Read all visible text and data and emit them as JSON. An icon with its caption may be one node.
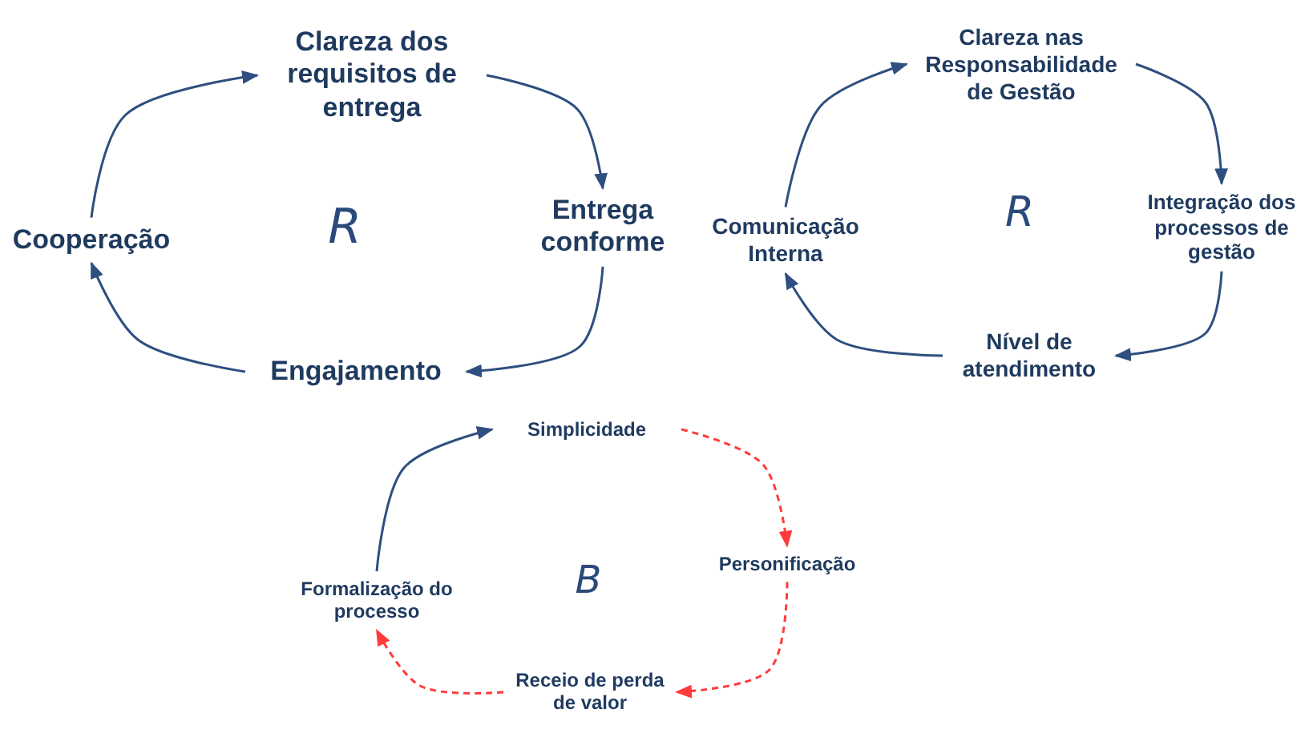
{
  "diagram": {
    "nodes": [
      {
        "text": [
          "Clareza dos requisitos de entrega"
        ]
      },
      {
        "text": [
          "Entrega conforme"
        ]
      },
      {
        "text": [
          "Engajamento"
        ]
      },
      {
        "text": [
          "Cooperação"
        ]
      },
      {
        "text": [
          "Clareza nas Responsabilidade de Gestão"
        ]
      },
      {
        "text": [
          "Integração dos processos de gestão"
        ]
      },
      {
        "text": [
          "Nível de atendimento"
        ]
      },
      {
        "text": [
          "Comunicação Interna"
        ]
      },
      {
        "text": [
          "Simplicidade"
        ]
      },
      {
        "text": [
          "Personificação"
        ]
      },
      {
        "text": [
          "Receio de perda de valor"
        ]
      },
      {
        "text": [
          "Formalização do processo"
        ]
      }
    ],
    "edges": [
      {
        "from": 0,
        "to": 1,
        "arrow": "to"
      },
      {
        "from": 1,
        "to": 2,
        "arrow": "to"
      },
      {
        "from": 2,
        "to": 3,
        "arrow": "to"
      },
      {
        "from": 3,
        "to": 0,
        "arrow": "to"
      },
      {
        "from": 4,
        "to": 5,
        "arrow": "to"
      },
      {
        "from": 5,
        "to": 6,
        "arrow": "to"
      },
      {
        "from": 6,
        "to": 7,
        "arrow": "to"
      },
      {
        "from": 7,
        "to": 4,
        "arrow": "to"
      },
      {
        "from": 8,
        "to": 9,
        "arrow": "to",
        "style": "dashed",
        "color": "#ff3b3b"
      },
      {
        "from": 9,
        "to": 10,
        "arrow": "to",
        "style": "dashed",
        "color": "#ff3b3b"
      },
      {
        "from": 10,
        "to": 11,
        "arrow": "to",
        "style": "dashed",
        "color": "#ff3b3b"
      },
      {
        "from": 11,
        "to": 8,
        "arrow": "to"
      }
    ],
    "labels": [
      "R",
      "R",
      "B"
    ]
  }
}
